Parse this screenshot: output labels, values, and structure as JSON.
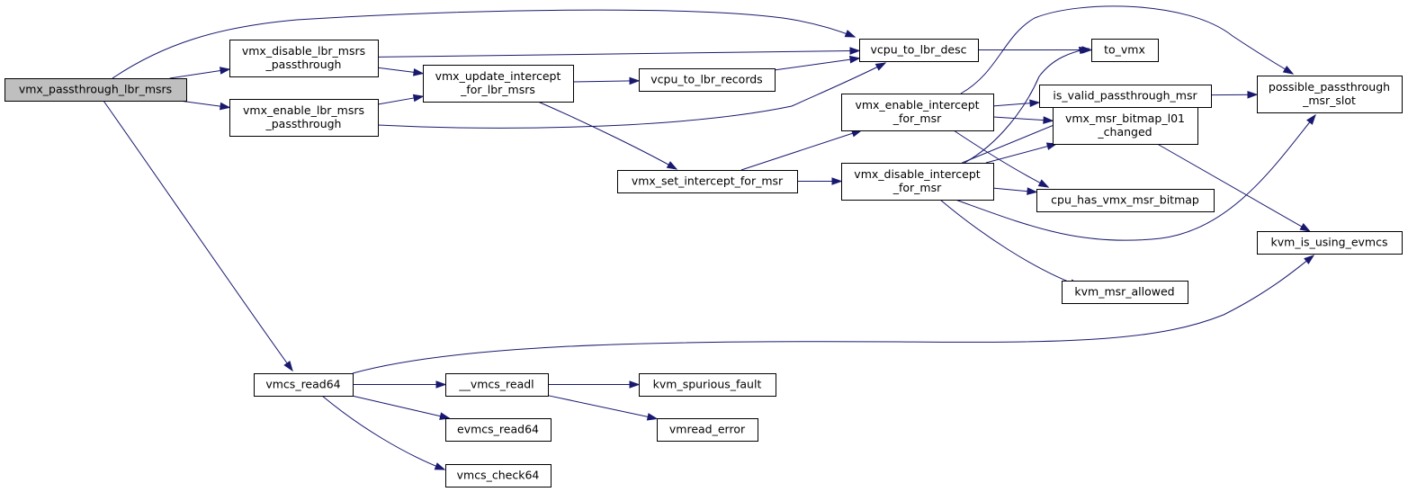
{
  "colors": {
    "edge": "#191970",
    "root_fill": "#bfbfbf",
    "node_fill": "#ffffff",
    "node_border": "#000000"
  },
  "nodes": [
    {
      "id": "vmx_passthrough_lbr_msrs",
      "lines": [
        "vmx_passthrough_lbr_msrs"
      ],
      "root": true
    },
    {
      "id": "vmx_disable_lbr_msrs_passthrough",
      "lines": [
        "vmx_disable_lbr_msrs",
        "_passthrough"
      ]
    },
    {
      "id": "vmx_enable_lbr_msrs_passthrough",
      "lines": [
        "vmx_enable_lbr_msrs",
        "_passthrough"
      ]
    },
    {
      "id": "vmx_update_intercept_for_lbr_msrs",
      "lines": [
        "vmx_update_intercept",
        "_for_lbr_msrs"
      ]
    },
    {
      "id": "vcpu_to_lbr_records",
      "lines": [
        "vcpu_to_lbr_records"
      ]
    },
    {
      "id": "vcpu_to_lbr_desc",
      "lines": [
        "vcpu_to_lbr_desc"
      ]
    },
    {
      "id": "to_vmx",
      "lines": [
        "to_vmx"
      ]
    },
    {
      "id": "vmx_set_intercept_for_msr",
      "lines": [
        "vmx_set_intercept_for_msr"
      ]
    },
    {
      "id": "vmx_enable_intercept_for_msr",
      "lines": [
        "vmx_enable_intercept",
        "_for_msr"
      ]
    },
    {
      "id": "vmx_disable_intercept_for_msr",
      "lines": [
        "vmx_disable_intercept",
        "_for_msr"
      ]
    },
    {
      "id": "is_valid_passthrough_msr",
      "lines": [
        "is_valid_passthrough_msr"
      ]
    },
    {
      "id": "vmx_msr_bitmap_l01_changed",
      "lines": [
        "vmx_msr_bitmap_l01",
        "_changed"
      ]
    },
    {
      "id": "cpu_has_vmx_msr_bitmap",
      "lines": [
        "cpu_has_vmx_msr_bitmap"
      ]
    },
    {
      "id": "kvm_msr_allowed",
      "lines": [
        "kvm_msr_allowed"
      ]
    },
    {
      "id": "possible_passthrough_msr_slot",
      "lines": [
        "possible_passthrough",
        "_msr_slot"
      ]
    },
    {
      "id": "kvm_is_using_evmcs",
      "lines": [
        "kvm_is_using_evmcs"
      ]
    },
    {
      "id": "vmcs_read64",
      "lines": [
        "vmcs_read64"
      ]
    },
    {
      "id": "__vmcs_readl",
      "lines": [
        "__vmcs_readl"
      ]
    },
    {
      "id": "evmcs_read64",
      "lines": [
        "evmcs_read64"
      ]
    },
    {
      "id": "vmcs_check64",
      "lines": [
        "vmcs_check64"
      ]
    },
    {
      "id": "kvm_spurious_fault",
      "lines": [
        "kvm_spurious_fault"
      ]
    },
    {
      "id": "vmread_error",
      "lines": [
        "vmread_error"
      ]
    }
  ],
  "edges": [
    [
      "vmx_passthrough_lbr_msrs",
      "vcpu_to_lbr_desc"
    ],
    [
      "vmx_passthrough_lbr_msrs",
      "vmx_disable_lbr_msrs_passthrough"
    ],
    [
      "vmx_passthrough_lbr_msrs",
      "vmx_enable_lbr_msrs_passthrough"
    ],
    [
      "vmx_passthrough_lbr_msrs",
      "vmcs_read64"
    ],
    [
      "vmx_disable_lbr_msrs_passthrough",
      "vcpu_to_lbr_desc"
    ],
    [
      "vmx_disable_lbr_msrs_passthrough",
      "vmx_update_intercept_for_lbr_msrs"
    ],
    [
      "vmx_enable_lbr_msrs_passthrough",
      "vmx_update_intercept_for_lbr_msrs"
    ],
    [
      "vmx_enable_lbr_msrs_passthrough",
      "vcpu_to_lbr_desc"
    ],
    [
      "vmx_update_intercept_for_lbr_msrs",
      "vcpu_to_lbr_records"
    ],
    [
      "vmx_update_intercept_for_lbr_msrs",
      "vmx_set_intercept_for_msr"
    ],
    [
      "vcpu_to_lbr_records",
      "vcpu_to_lbr_desc"
    ],
    [
      "vcpu_to_lbr_desc",
      "to_vmx"
    ],
    [
      "vmx_set_intercept_for_msr",
      "vmx_enable_intercept_for_msr"
    ],
    [
      "vmx_set_intercept_for_msr",
      "vmx_disable_intercept_for_msr"
    ],
    [
      "vmx_enable_intercept_for_msr",
      "possible_passthrough_msr_slot"
    ],
    [
      "vmx_enable_intercept_for_msr",
      "is_valid_passthrough_msr"
    ],
    [
      "vmx_enable_intercept_for_msr",
      "vmx_msr_bitmap_l01_changed"
    ],
    [
      "vmx_enable_intercept_for_msr",
      "cpu_has_vmx_msr_bitmap"
    ],
    [
      "vmx_disable_intercept_for_msr",
      "to_vmx"
    ],
    [
      "vmx_disable_intercept_for_msr",
      "is_valid_passthrough_msr"
    ],
    [
      "vmx_disable_intercept_for_msr",
      "vmx_msr_bitmap_l01_changed"
    ],
    [
      "vmx_disable_intercept_for_msr",
      "cpu_has_vmx_msr_bitmap"
    ],
    [
      "vmx_disable_intercept_for_msr",
      "possible_passthrough_msr_slot"
    ],
    [
      "vmx_disable_intercept_for_msr",
      "kvm_msr_allowed"
    ],
    [
      "is_valid_passthrough_msr",
      "possible_passthrough_msr_slot"
    ],
    [
      "vmx_msr_bitmap_l01_changed",
      "kvm_is_using_evmcs"
    ],
    [
      "vmcs_read64",
      "kvm_is_using_evmcs"
    ],
    [
      "vmcs_read64",
      "__vmcs_readl"
    ],
    [
      "vmcs_read64",
      "evmcs_read64"
    ],
    [
      "vmcs_read64",
      "vmcs_check64"
    ],
    [
      "__vmcs_readl",
      "kvm_spurious_fault"
    ],
    [
      "__vmcs_readl",
      "vmread_error"
    ]
  ]
}
